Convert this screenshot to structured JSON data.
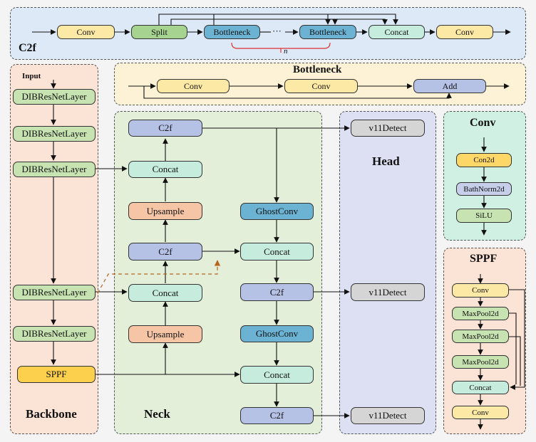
{
  "c2f_panel": {
    "title": "C2f",
    "conv_1": "Conv",
    "split": "Split",
    "bottleneck_1": "Bottleneck",
    "ellipsis": "···",
    "bottleneck_2": "Bottleneck",
    "concat": "Concat",
    "conv_2": "Conv",
    "n_label": "n"
  },
  "bottleneck_panel": {
    "title": "Bottleneck",
    "conv_1": "Conv",
    "conv_2": "Conv",
    "add": "Add"
  },
  "backbone": {
    "title": "Backbone",
    "input": "Input",
    "layers": [
      "DIBResNetLayer",
      "DIBResNetLayer",
      "DIBResNetLayer",
      "DIBResNetLayer",
      "DIBResNetLayer"
    ],
    "sppf": "SPPF"
  },
  "neck": {
    "title": "Neck",
    "c2f_top": "C2f",
    "concat_1": "Concat",
    "upsample_1": "Upsample",
    "c2f_mid": "C2f",
    "concat_2": "Concat",
    "upsample_2": "Upsample",
    "ghostconv_1": "GhostConv",
    "concat_3": "Concat",
    "c2f_3": "C2f",
    "ghostconv_2": "GhostConv",
    "concat_4": "Concat",
    "c2f_4": "C2f"
  },
  "head": {
    "title": "Head",
    "detect_1": "v11Detect",
    "detect_2": "v11Detect",
    "detect_3": "v11Detect"
  },
  "conv_panel": {
    "title": "Conv",
    "con2d": "Con2d",
    "bn": "BathNorm2d",
    "silu": "SiLU"
  },
  "sppf_panel": {
    "title": "SPPF",
    "conv_1": "Conv",
    "mp_1": "MaxPool2d",
    "mp_2": "MaxPool2d",
    "mp_3": "MaxPool2d",
    "concat": "Concat",
    "conv_2": "Conv"
  },
  "colors": {
    "conv": "#fde9a6",
    "split": "#a6d38f",
    "bottleneck": "#6cb2d3",
    "concat": "#c6ecdd",
    "c2f": "#b6c1e6",
    "upsample": "#f6c5a6",
    "detect": "#d5d5d5",
    "sppf": "#fcd04c",
    "backbone_panel": "#fbe3d6",
    "neck_panel": "#e3efd9",
    "head_panel": "#dde0f3",
    "c2f_panel": "#dde9f6",
    "bottleneck_panel": "#fdf1d6",
    "conv_panel": "#d0f0e3"
  }
}
